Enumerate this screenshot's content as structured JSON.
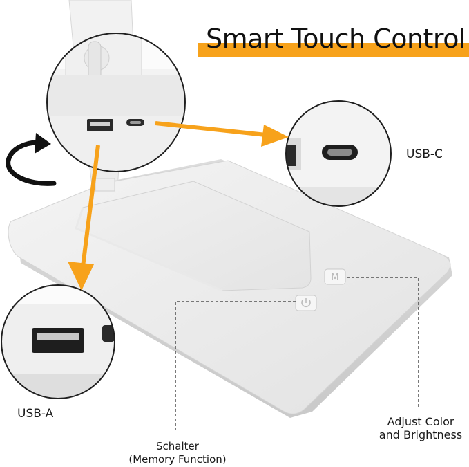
{
  "header": {
    "title": "Smart Touch Control",
    "accent_color": "#f7a21b"
  },
  "callouts": {
    "usb_c": "USB-C",
    "usb_a": "USB-A",
    "adjust_line1": "Adjust Color",
    "adjust_line2": "and Brightness",
    "switch_line1": "Schalter",
    "switch_line2": "(Memory Function)"
  },
  "touch_buttons": {
    "mode_glyph": "M",
    "power_icon": "power-icon"
  },
  "icons": [
    "rotate-arrow-icon",
    "usb-a-port-icon",
    "usb-c-port-icon",
    "power-icon"
  ]
}
